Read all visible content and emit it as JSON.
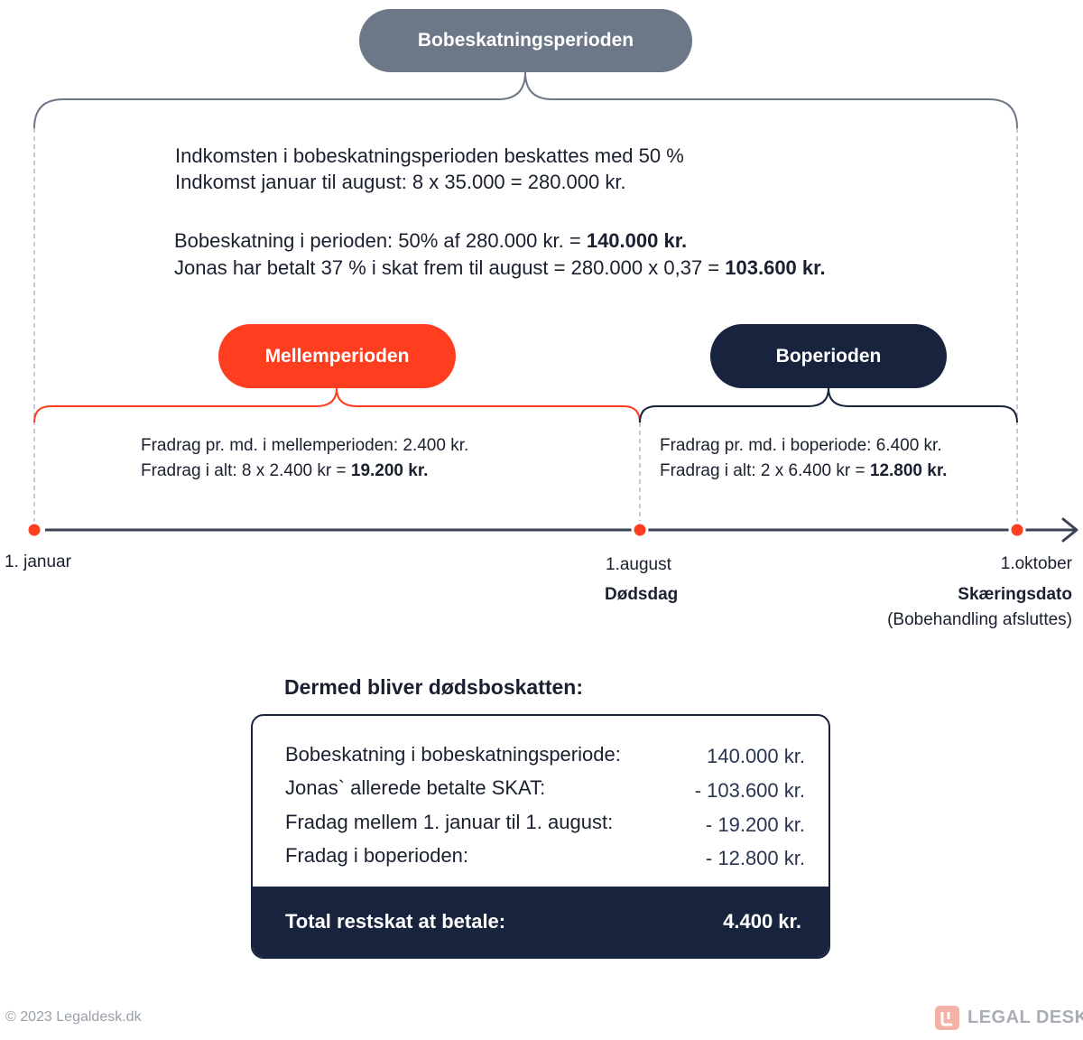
{
  "top_pill": "Bobeskatningsperioden",
  "top_text": {
    "line1": "Indkomsten i bobeskatningsperioden beskattes med 50 %",
    "line2": "Indkomst januar til august: 8 x 35.000  = 280.000 kr.",
    "line3_pre": "Bobeskatning i perioden: 50% af 280.000 kr.  = ",
    "line3_bold": "140.000 kr.",
    "line4_pre": "Jonas har betalt 37 % i skat frem til august = 280.000 x 0,37 = ",
    "line4_bold": "103.600 kr."
  },
  "mellem": {
    "pill": "Mellemperioden",
    "line1": "Fradrag  pr. md. i mellemperioden: 2.400 kr.",
    "line2_pre": "Fradrag i alt: 8  x  2.400 kr = ",
    "line2_bold": "19.200 kr."
  },
  "bo": {
    "pill": "Boperioden",
    "line1": "Fradrag  pr. md. i boperiode: 6.400 kr.",
    "line2_pre": "Fradrag i alt: 2 x 6.400 kr = ",
    "line2_bold": "12.800 kr."
  },
  "timeline": {
    "start_label": "1. januar",
    "mid_label": "1.august",
    "mid_sub": "Dødsdag",
    "end_label": "1.oktober",
    "end_sub": "Skæringsdato",
    "end_sub2": "(Bobehandling afsluttes)"
  },
  "summary": {
    "heading": "Dermed bliver dødsboskatten:",
    "rows": [
      {
        "label": "Bobeskatning i bobeskatningsperiode:",
        "value": "140.000 kr."
      },
      {
        "label": "Jonas` allerede betalte SKAT:",
        "value": "-  103.600 kr."
      },
      {
        "label": "Fradag mellem 1. januar til 1. august:",
        "value": "-  19.200 kr."
      },
      {
        "label": "Fradag i boperioden:",
        "value": "-  12.800 kr."
      }
    ],
    "total_label": "Total restskat at betale:",
    "total_value": "4.400 kr."
  },
  "footer": {
    "copyright": "© 2023 Legaldesk.dk",
    "logo_text": "LEGAL DESK"
  },
  "colors": {
    "grey": "#6c7787",
    "orange": "#ff3d1f",
    "navy": "#18233d"
  }
}
